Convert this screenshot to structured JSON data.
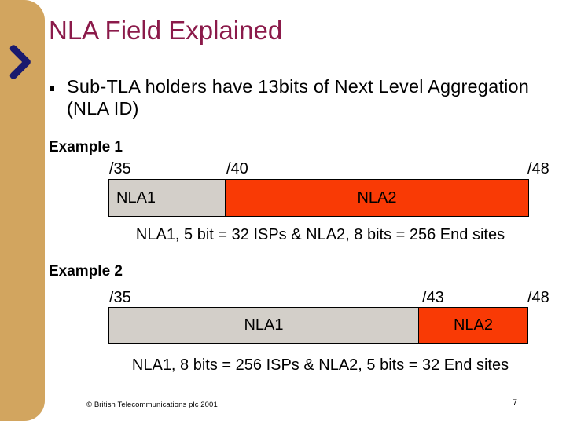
{
  "slide": {
    "title": "NLA Field Explained",
    "bullet": {
      "line1": "Sub-TLA holders have 13bits of Next Level Aggregation",
      "line2": "(NLA ID)"
    },
    "examples": [
      {
        "heading": "Example 1",
        "tick_labels": [
          "/35",
          "/40",
          "/48"
        ],
        "segments": [
          {
            "name": "NLA1",
            "style": "gray"
          },
          {
            "name": "NLA2",
            "style": "red"
          }
        ],
        "caption": "NLA1, 5 bit = 32 ISPs & NLA2, 8 bits = 256 End sites"
      },
      {
        "heading": "Example 2",
        "tick_labels": [
          "/35",
          "/43",
          "/48"
        ],
        "segments": [
          {
            "name": "NLA1",
            "style": "gray"
          },
          {
            "name": "NLA2",
            "style": "red"
          }
        ],
        "caption": "NLA1, 8 bits = 256 ISPs & NLA2, 5 bits = 32 End sites"
      }
    ],
    "footer": {
      "copyright": "© British Telecommunications plc 2001",
      "page_number": "7"
    }
  },
  "icons": {
    "chevron": "chevron-right",
    "bullet": "square-bullet"
  },
  "colors": {
    "accent_bar": "#d2a55f",
    "chevron": "#1a1a6e",
    "title": "#8b1a4a",
    "nla1_fill": "#d3cfc9",
    "nla2_fill": "#f93a05",
    "box_border": "#000000",
    "body_text": "#000000"
  }
}
